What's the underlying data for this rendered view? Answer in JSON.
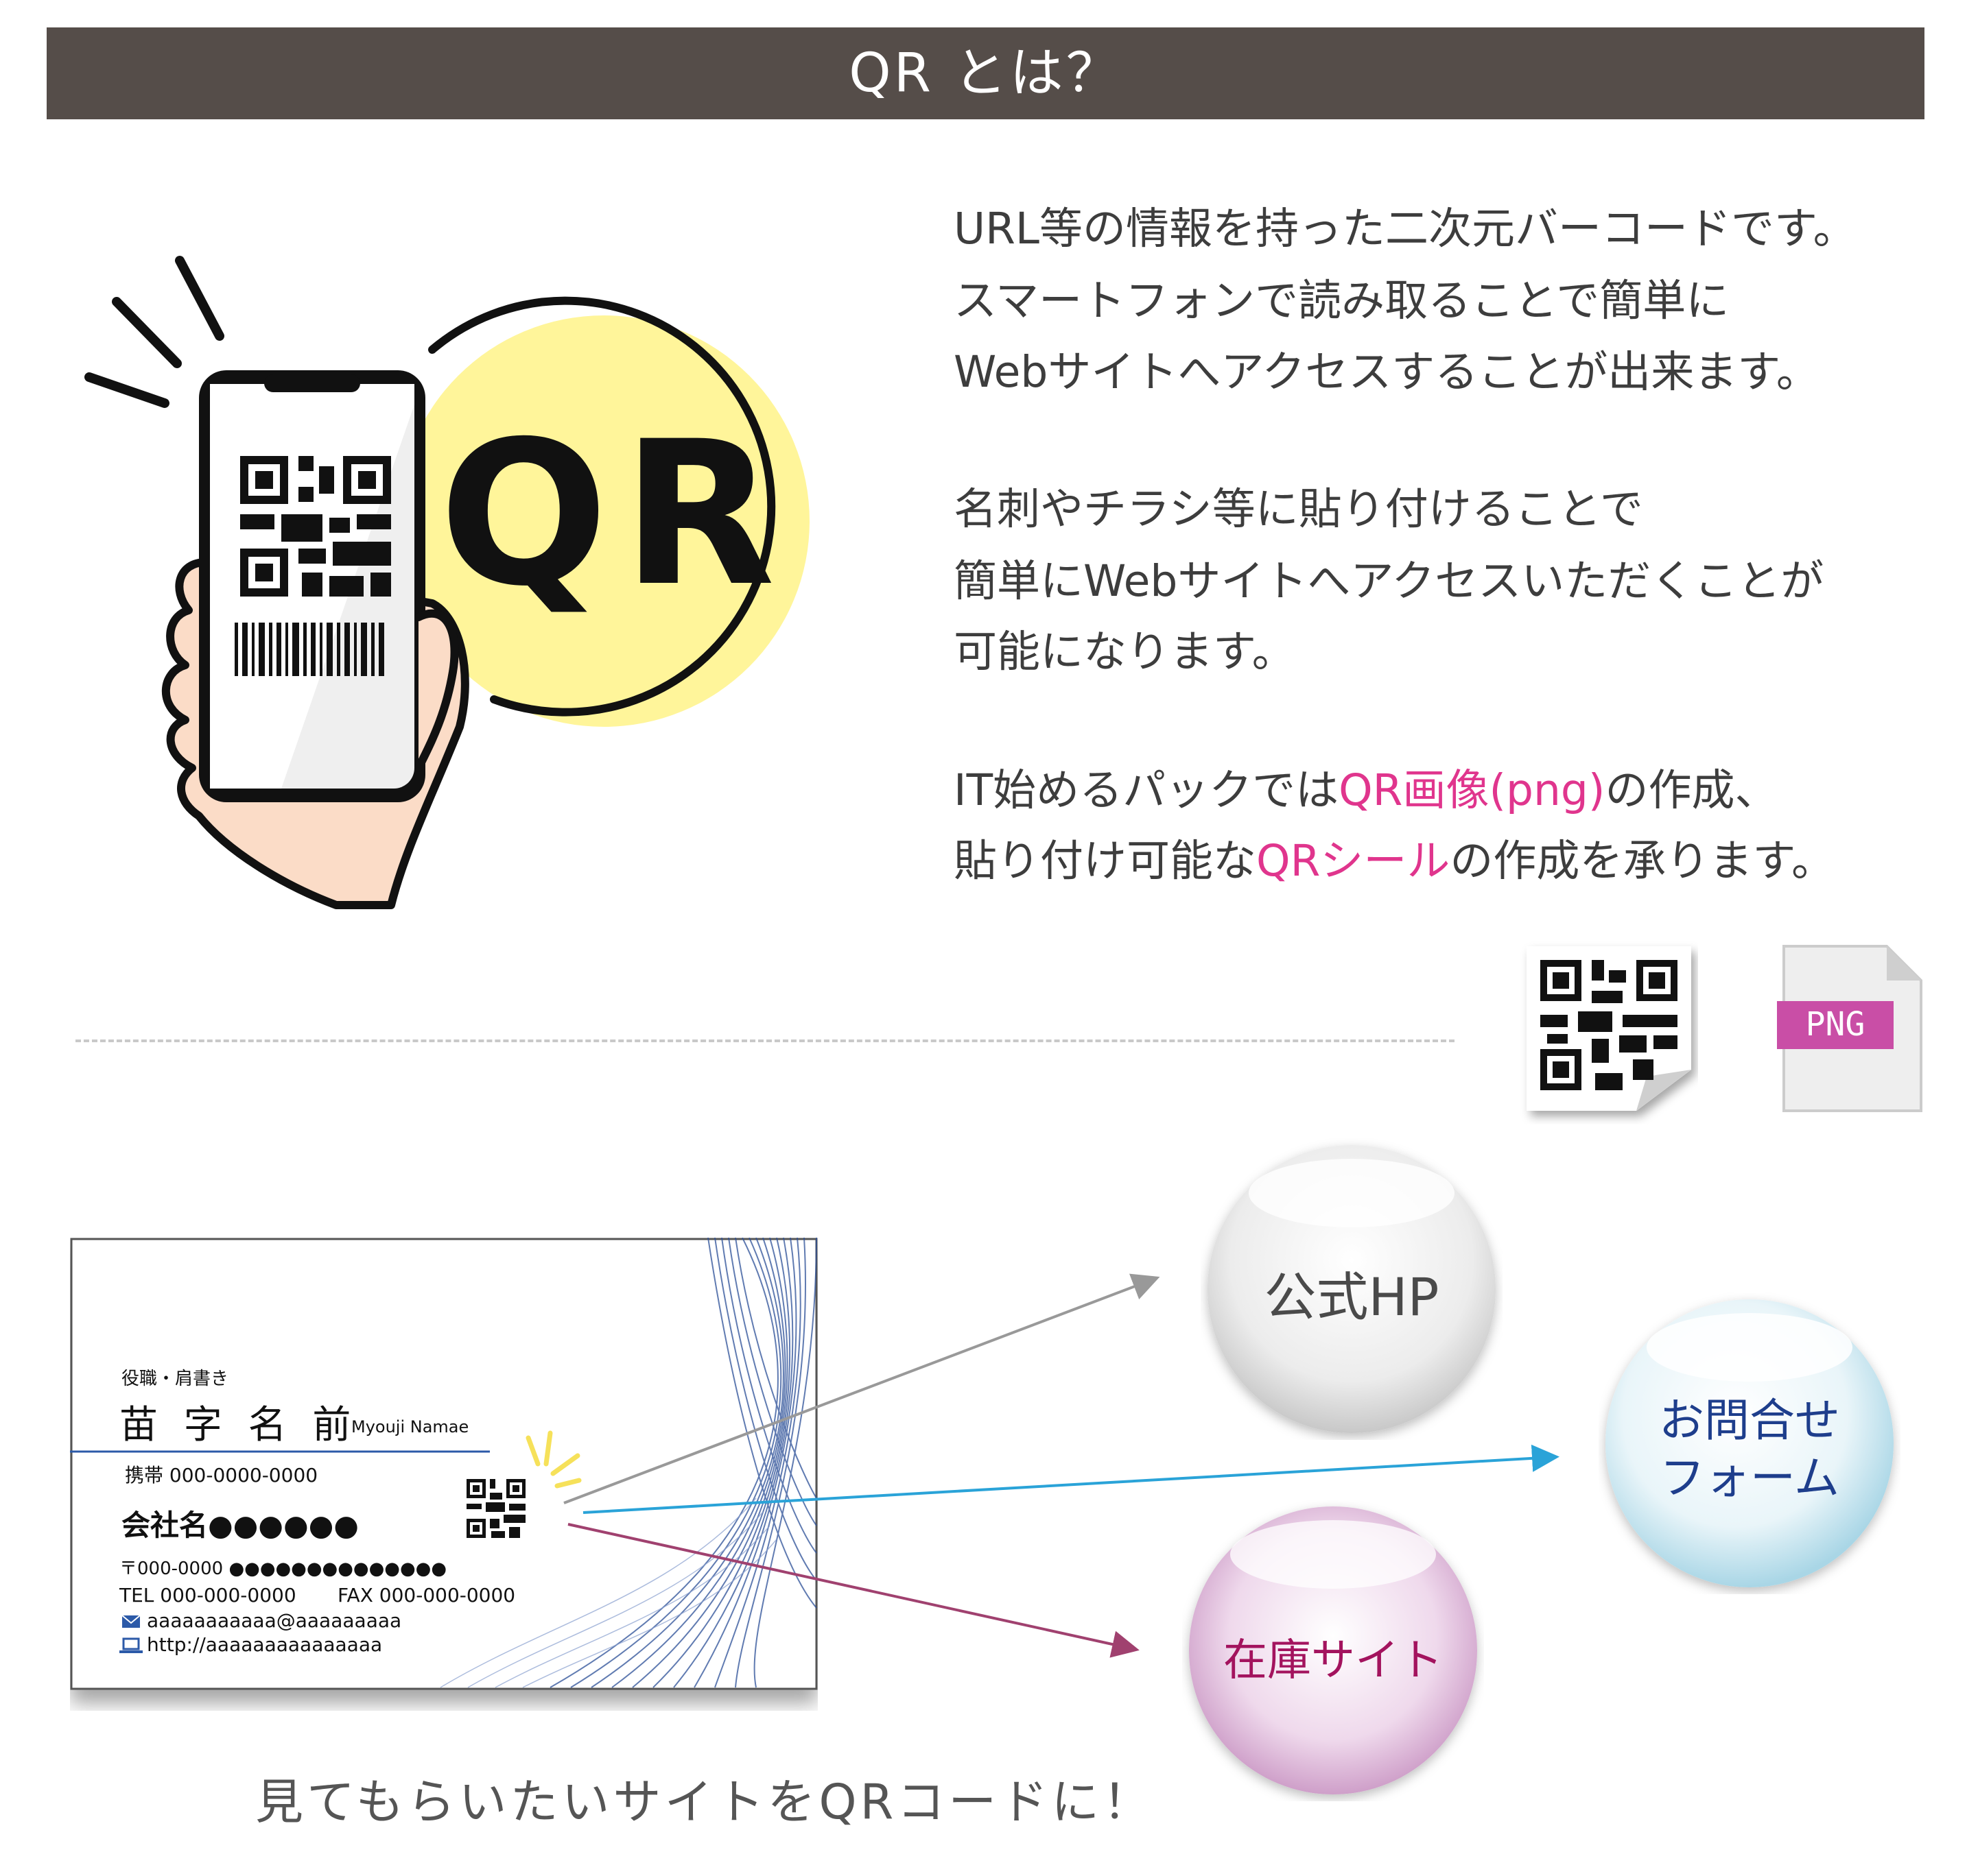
{
  "header": {
    "title": "QR とは？"
  },
  "illustration": {
    "badge_text": "QR"
  },
  "description": {
    "paragraph1": [
      "URL等の情報を持った二次元バーコードです。",
      "スマートフォンで読み取ることで簡単に",
      "Webサイトへアクセスすることが出来ます。"
    ],
    "paragraph2": [
      "名刺やチラシ等に貼り付けることで",
      "簡単にWebサイトへアクセスいただくことが",
      "可能になります。"
    ],
    "paragraph3": {
      "line1_a": "IT始めるパックでは",
      "line1_highlight": "QR画像(png)",
      "line1_b": "の作成、",
      "line2_a": "貼り付け可能な",
      "line2_highlight": "QRシール",
      "line2_b": "の作成を承ります。"
    }
  },
  "file_icons": {
    "png_label": "PNG"
  },
  "business_card": {
    "position": "役職・肩書き",
    "name": "苗 字 名 前",
    "name_romaji": "Myouji Namae",
    "mobile": "携帯 000-0000-0000",
    "company": "会社名●●●●●●",
    "address": "〒000-0000 ●●●●●●●●●●●●●●",
    "tel": "TEL 000-000-0000",
    "fax": "FAX 000-000-0000",
    "email": "aaaaaaaaaaa@aaaaaaaaa",
    "url": "http://aaaaaaaaaaaaaaa"
  },
  "destinations": {
    "official": "公式HP",
    "inquiry_line1": "お問合せ",
    "inquiry_line2": "フォーム",
    "stock": "在庫サイト"
  },
  "colors": {
    "header_bg": "#554d49",
    "highlight": "#e0358d",
    "badge_yellow": "#fff59a",
    "arrow_gray": "#999999",
    "arrow_blue": "#2aa3d8",
    "arrow_purple": "#a0416f",
    "inquiry_text": "#1e3e8c",
    "stock_text": "#a3135e"
  },
  "caption": "見てもらいたいサイトをQRコードに！"
}
